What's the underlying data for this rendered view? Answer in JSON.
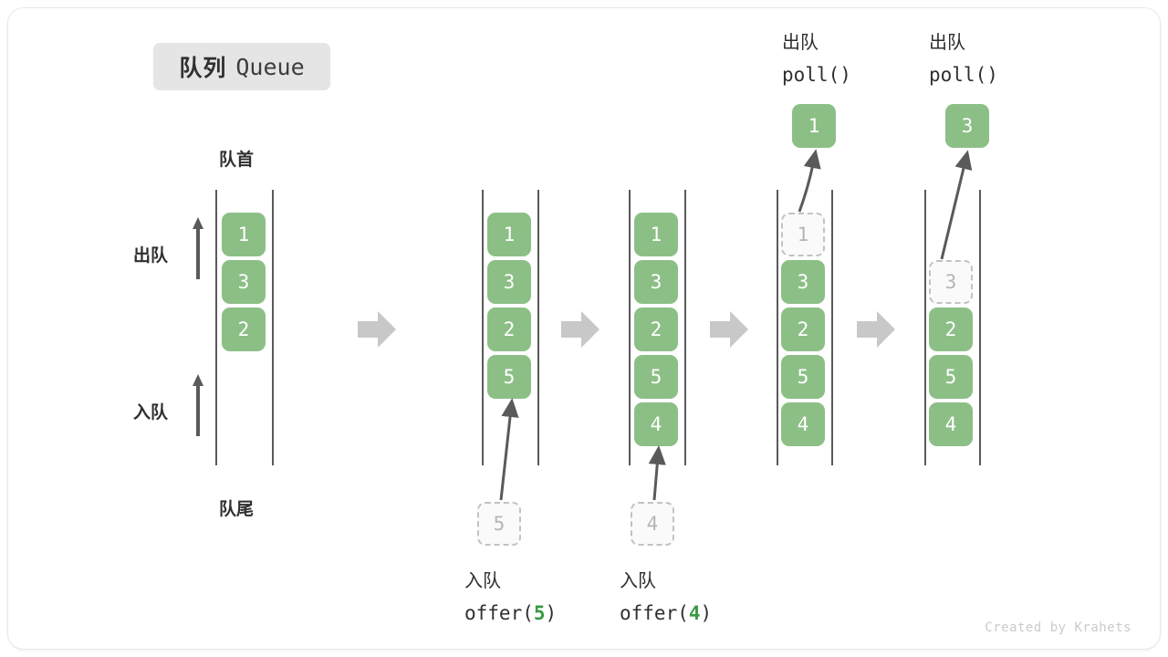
{
  "title": {
    "cn": "队列",
    "en": "Queue"
  },
  "labels": {
    "head": "队首",
    "tail": "队尾",
    "dequeue": "出队",
    "enqueue": "入队"
  },
  "colors": {
    "element": "#8cbf86",
    "ghost_border": "#c2c2c2",
    "ghost_text": "#b5b5b5",
    "rail": "#5a5a5a",
    "step_arrow": "#c8c8c8",
    "badge_bg": "#e5e5e5",
    "code_number": "#3a9945",
    "text": "#2f2f2f"
  },
  "stages": [
    {
      "name": "initial",
      "elements": [
        "1",
        "3",
        "2"
      ],
      "ghost_index": -1
    },
    {
      "name": "after-offer-5",
      "elements": [
        "1",
        "3",
        "2",
        "5"
      ],
      "ghost_index": -1
    },
    {
      "name": "after-offer-4",
      "elements": [
        "1",
        "3",
        "2",
        "5",
        "4"
      ],
      "ghost_index": -1
    },
    {
      "name": "after-poll-1",
      "elements": [
        "1",
        "3",
        "2",
        "5",
        "4"
      ],
      "ghost_index": 0
    },
    {
      "name": "after-poll-3",
      "elements": [
        "3",
        "2",
        "5",
        "4"
      ],
      "ghost_index": 0
    }
  ],
  "operations": {
    "offer_5": {
      "cn": "入队",
      "code_prefix": "offer(",
      "code_value": "5",
      "code_suffix": ")",
      "ghost_value": "5"
    },
    "offer_4": {
      "cn": "入队",
      "code_prefix": "offer(",
      "code_value": "4",
      "code_suffix": ")",
      "ghost_value": "4"
    },
    "poll_1": {
      "cn": "出队",
      "code": "poll()",
      "result": "1"
    },
    "poll_3": {
      "cn": "出队",
      "code": "poll()",
      "result": "3"
    }
  },
  "footer": "Created by Krahets"
}
